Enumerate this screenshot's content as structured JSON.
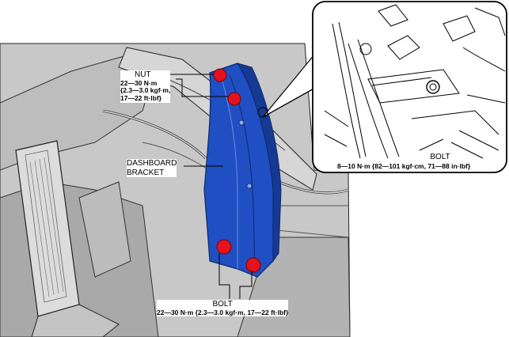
{
  "callouts": {
    "nut": {
      "name": "NUT",
      "spec_line1": "22—30 N·m",
      "spec_line2": "{2.3—3.0 kgf·m,",
      "spec_line3": "17—22 ft·lbf}"
    },
    "bracket": {
      "name_line1": "DASHBOARD",
      "name_line2": "BRACKET"
    },
    "bolt_main": {
      "name": "BOLT",
      "spec": "22—30 N·m {2.3—3.0 kgf·m, 17—22 ft·lbf}"
    },
    "bolt_detail": {
      "name": "BOLT",
      "spec": "8—10 N·m {82—101 kgf·cm, 71—88 in·lbf}"
    }
  },
  "colors": {
    "bracket_fill": "#1f4fc2",
    "bracket_dark": "#163a93",
    "fastener_red": "#e3121c",
    "background_gray": "#c9c9c9"
  }
}
